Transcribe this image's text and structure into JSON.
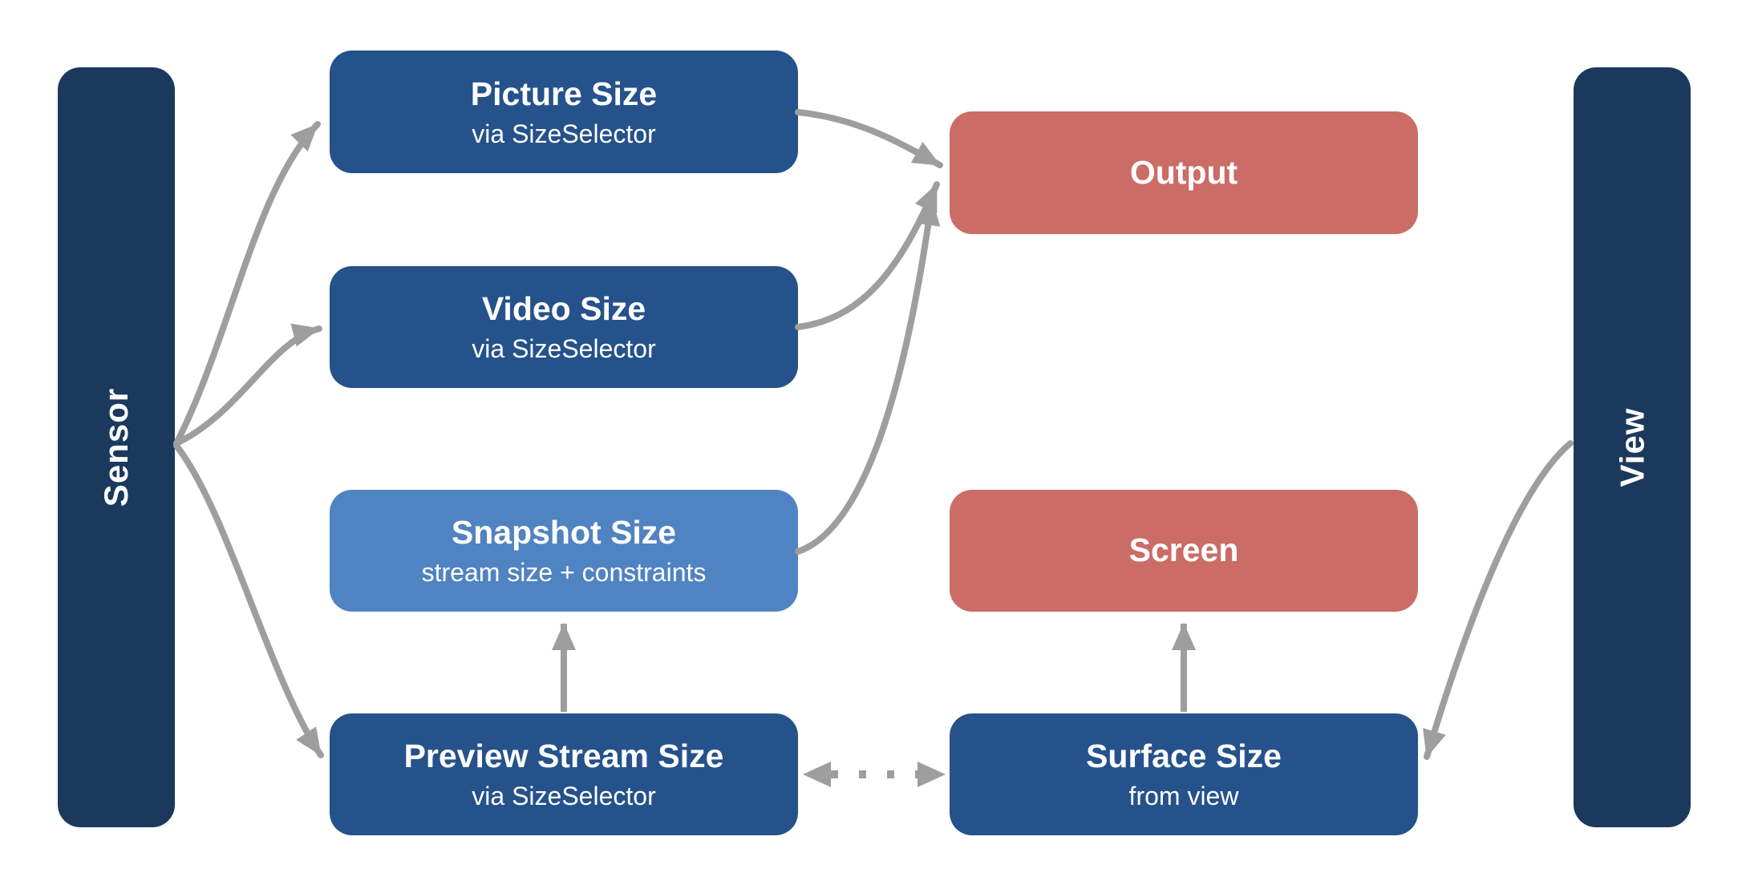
{
  "diagram": {
    "left_bar": {
      "label": "Sensor"
    },
    "right_bar": {
      "label": "View"
    },
    "nodes": [
      {
        "id": "picture",
        "title": "Picture Size",
        "subtitle": "via SizeSelector",
        "variant": "blue"
      },
      {
        "id": "video",
        "title": "Video Size",
        "subtitle": "via SizeSelector",
        "variant": "blue"
      },
      {
        "id": "snapshot",
        "title": "Snapshot Size",
        "subtitle": "stream size + constraints",
        "variant": "light_blue"
      },
      {
        "id": "preview",
        "title": "Preview Stream Size",
        "subtitle": "via SizeSelector",
        "variant": "blue"
      },
      {
        "id": "output",
        "title": "Output",
        "subtitle": "",
        "variant": "red"
      },
      {
        "id": "screen",
        "title": "Screen",
        "subtitle": "",
        "variant": "red"
      },
      {
        "id": "surface",
        "title": "Surface Size",
        "subtitle": "from view",
        "variant": "blue"
      }
    ],
    "edges": [
      {
        "from": "Sensor",
        "to": "Picture Size",
        "style": "solid-curve"
      },
      {
        "from": "Sensor",
        "to": "Video Size",
        "style": "solid-curve"
      },
      {
        "from": "Sensor",
        "to": "Preview Stream Size",
        "style": "solid-curve"
      },
      {
        "from": "Picture Size",
        "to": "Output",
        "style": "solid-curve"
      },
      {
        "from": "Video Size",
        "to": "Output",
        "style": "solid-curve"
      },
      {
        "from": "Snapshot Size",
        "to": "Output",
        "style": "solid-curve"
      },
      {
        "from": "Preview Stream Size",
        "to": "Snapshot Size",
        "style": "solid-straight"
      },
      {
        "from": "Surface Size",
        "to": "Screen",
        "style": "solid-straight"
      },
      {
        "from": "Preview Stream Size",
        "to": "Surface Size",
        "style": "dotted-bidirectional"
      },
      {
        "from": "View",
        "to": "Surface Size",
        "style": "solid-curve"
      }
    ],
    "colors": {
      "navy": "#1b395d",
      "blue": "#25528a",
      "light_blue": "#5083c1",
      "red": "#cb6c67",
      "arrow": "#9e9e9e",
      "text": "#ffffff",
      "background": "#ffffff"
    }
  }
}
